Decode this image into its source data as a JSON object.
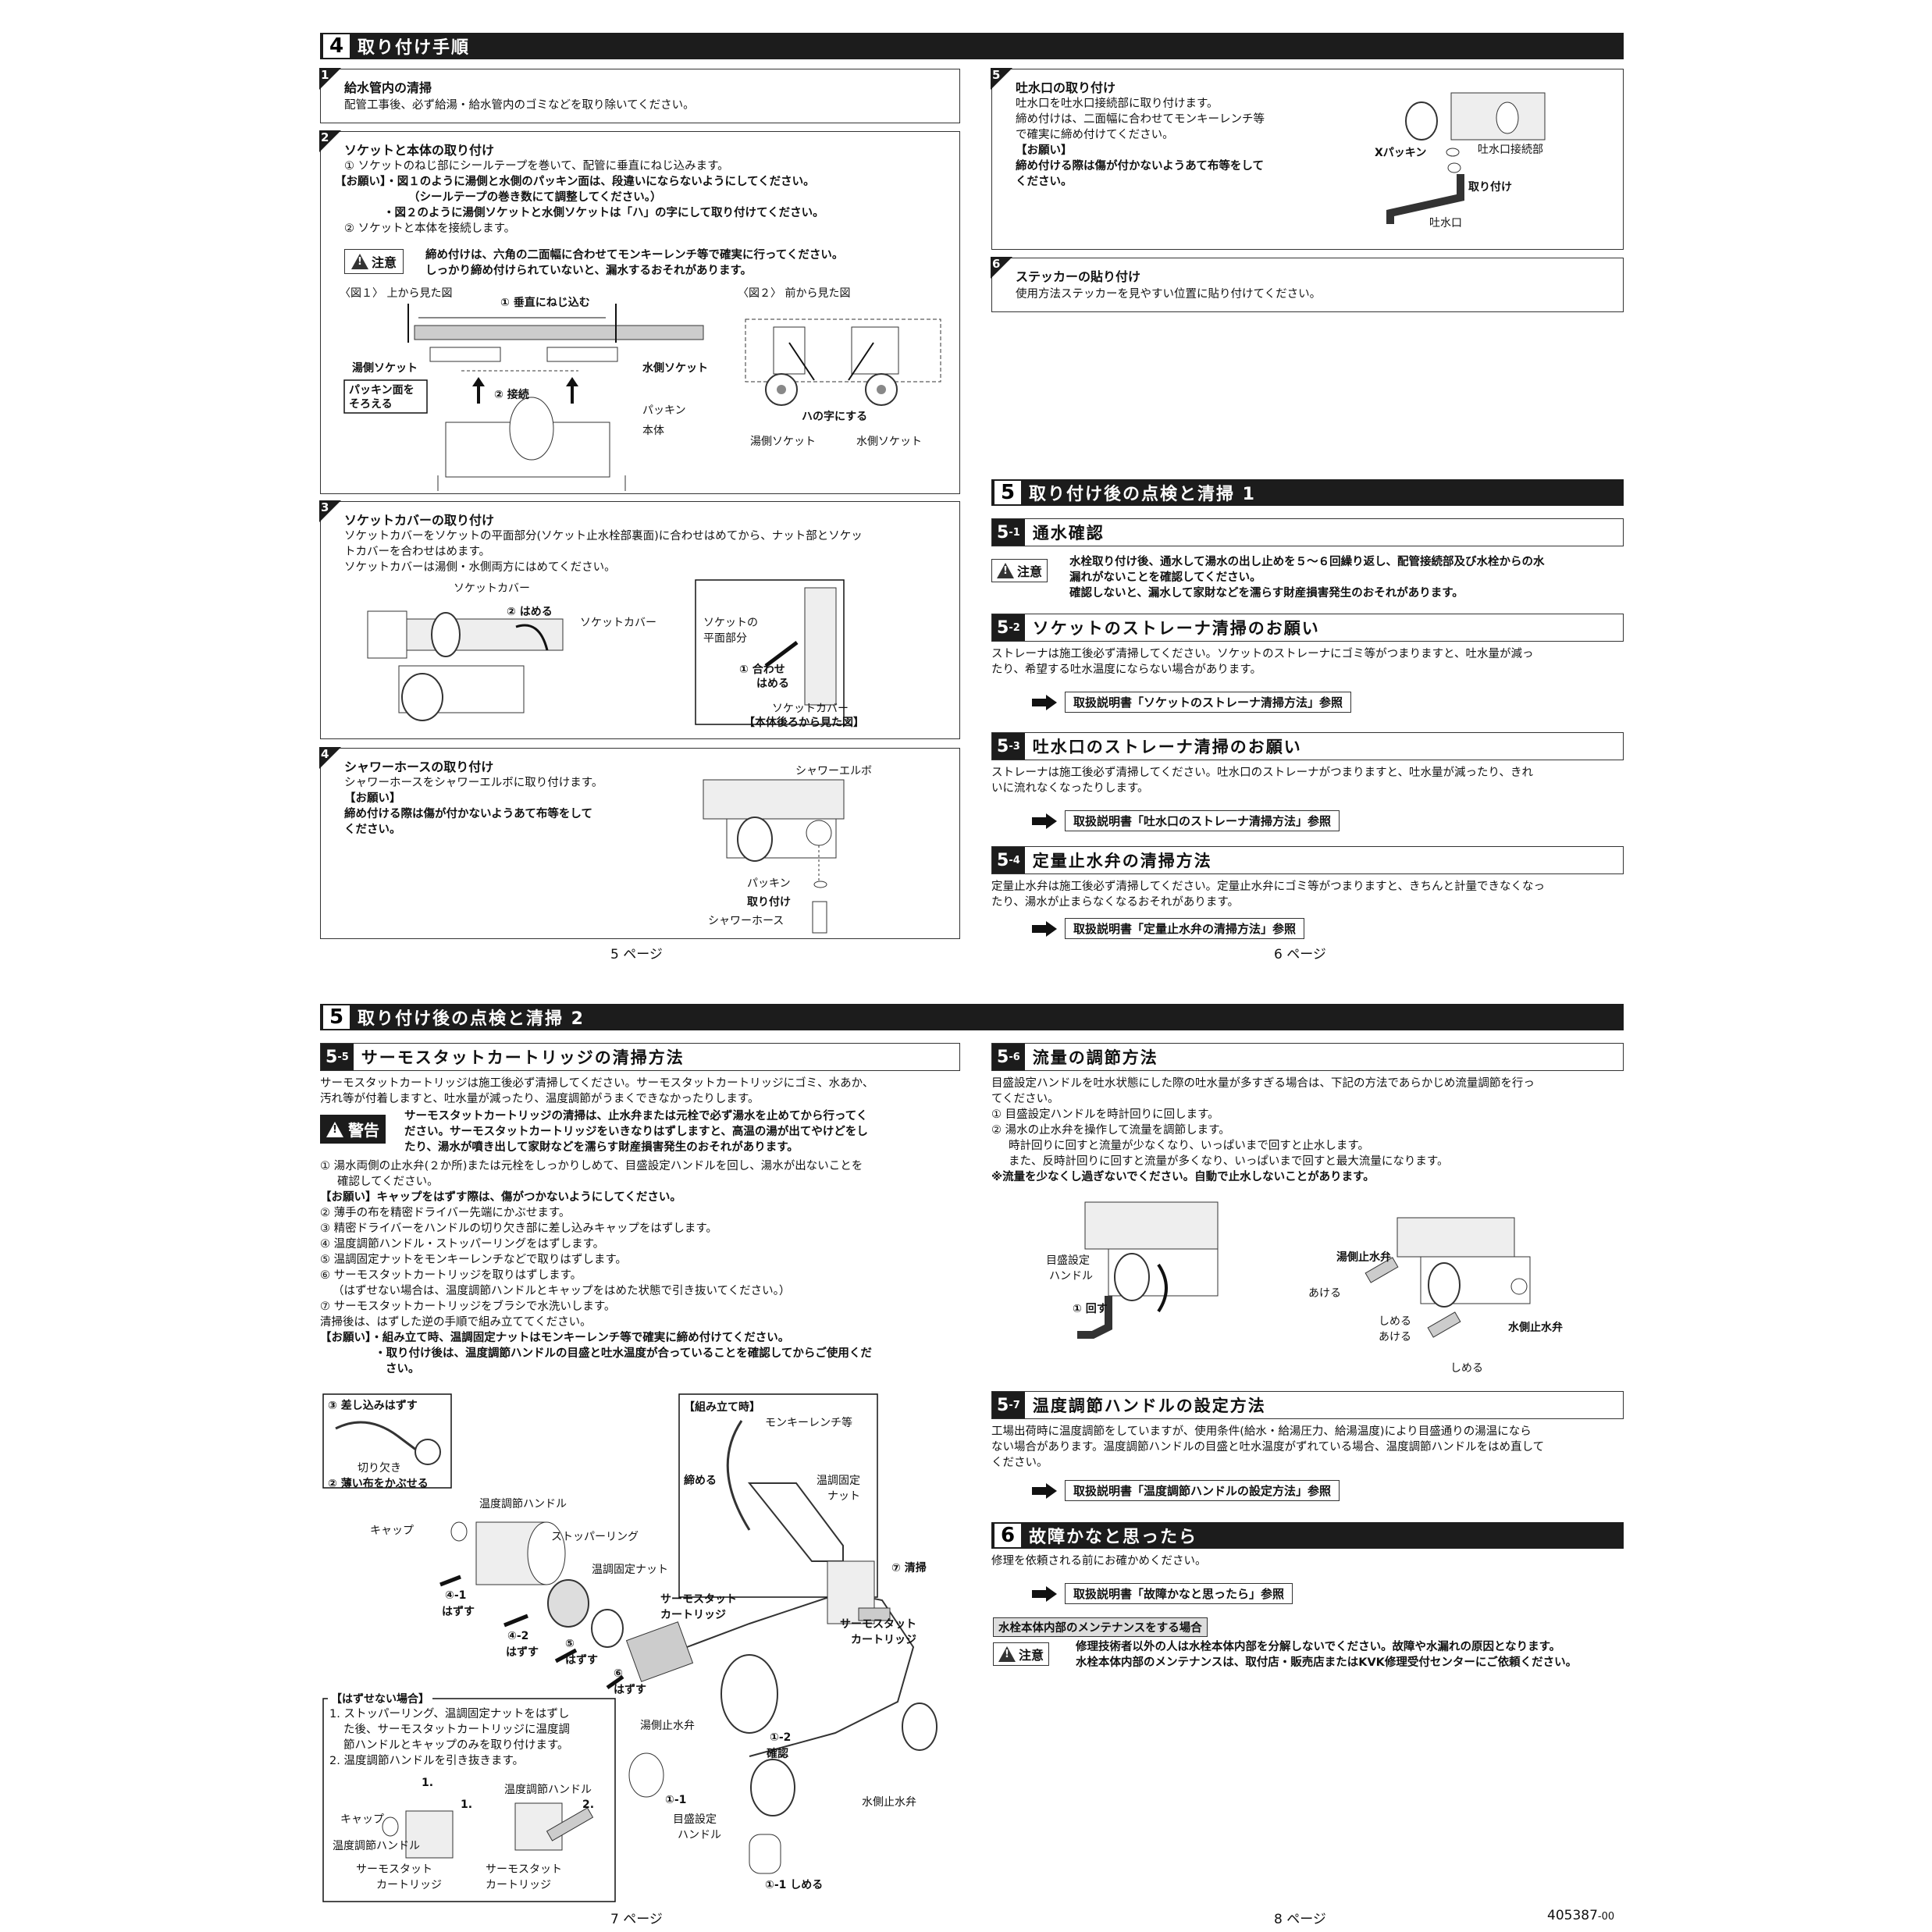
{
  "s4": {
    "num": "4",
    "title": "取り付け手順",
    "step1": {
      "n": "1",
      "title": "給水管内の清掃",
      "text": "配管工事後、必ず給湯・給水管内のゴミなどを取り除いてください。"
    },
    "step2": {
      "n": "2",
      "title": "ソケットと本体の取り付け",
      "l1": "① ソケットのねじ部にシールテープを巻いて、配管に垂直にねじ込みます。",
      "l2": "【お願い】・図１のように湯側と水側のパッキン面は、段違いにならないようにしてください。",
      "l3": "（シールテープの巻き数にて調整してください。）",
      "l4": "・図２のように湯側ソケットと水側ソケットは「ハ」の字にして取り付けてください。",
      "l5": "② ソケットと本体を接続します。",
      "caution": "注意",
      "c1": "締め付けは、六角の二面幅に合わせてモンキーレンチ等で確実に行ってください。",
      "c2": "しっかり締め付けられていないと、漏水するおそれがあります。",
      "fig1": "〈図１〉 上から見た図",
      "fig2": "〈図２〉 前から見た図",
      "f_vert": "① 垂直にねじ込む",
      "f_hot": "湯側ソケット",
      "f_cold": "水側ソケット",
      "f_pack_align1": "パッキン面を",
      "f_pack_align2": "そろえる",
      "f_conn": "② 接続",
      "f_pack": "パッキン",
      "f_body": "本体",
      "f_ha": "ハの字にする",
      "f_hot2": "湯側ソケット",
      "f_cold2": "水側ソケット"
    },
    "step3": {
      "n": "3",
      "title": "ソケットカバーの取り付け",
      "l1": "ソケットカバーをソケットの平面部分(ソケット止水栓部裏面)に合わせはめてから、ナット部とソケッ",
      "l2": "トカバーを合わせはめます。",
      "l3": "ソケットカバーは湯側・水側両方にはめてください。",
      "f_cover": "ソケットカバー",
      "f_fit2": "② はめる",
      "f_cover2": "ソケットカバー",
      "f_flat1": "ソケットの",
      "f_flat2": "平面部分",
      "f_fit1a": "① 合わせ",
      "f_fit1b": "はめる",
      "f_cover3": "ソケットカバー",
      "f_back": "【本体後ろから見た図】"
    },
    "step4": {
      "n": "4",
      "title": "シャワーホースの取り付け",
      "l1": "シャワーホースをシャワーエルボに取り付けます。",
      "l2": "【お願い】",
      "l3": "締め付ける際は傷が付かないようあて布等をして",
      "l4": "ください。",
      "f_elbow": "シャワーエルボ",
      "f_pack": "パッキン",
      "f_attach": "取り付け",
      "f_hose": "シャワーホース"
    },
    "step5": {
      "n": "5",
      "title": "吐水口の取り付け",
      "l1": "吐水口を吐水口接続部に取り付けます。",
      "l2": "締め付けは、二面幅に合わせてモンキーレンチ等",
      "l3": "で確実に締め付けてください。",
      "l4": "【お願い】",
      "l5": "締め付ける際は傷が付かないようあて布等をして",
      "l6": "ください。",
      "f_x": "Xパッキン",
      "f_conn": "吐水口接続部",
      "f_attach": "取り付け",
      "f_spout": "吐水口"
    },
    "step6": {
      "n": "6",
      "title": "ステッカーの貼り付け",
      "text": "使用方法ステッカーを見やすい位置に貼り付けてください。"
    }
  },
  "page5": "5 ページ",
  "page6": "6 ページ",
  "page7": "7 ページ",
  "page8": "8 ページ",
  "docno": "405387",
  "docno_sub": "-00",
  "s5a": {
    "num": "5",
    "title": "取り付け後の点検と清掃 1",
    "s51": {
      "n": "5",
      "sub": "-1",
      "title": "通水確認",
      "caution": "注意",
      "c1": "水栓取り付け後、通水して湯水の出し止めを５～６回繰り返し、配管接続部及び水栓からの水",
      "c2": "漏れがないことを確認してください。",
      "c3": "確認しないと、漏水して家財などを濡らす財産損害発生のおそれがあります。"
    },
    "s52": {
      "n": "5",
      "sub": "-2",
      "title": "ソケットのストレーナ清掃のお願い",
      "l1": "ストレーナは施工後必ず清掃してください。ソケットのストレーナにゴミ等がつまりますと、吐水量が減っ",
      "l2": "たり、希望する吐水温度にならない場合があります。",
      "ref": "取扱説明書「ソケットのストレーナ清掃方法」参照"
    },
    "s53": {
      "n": "5",
      "sub": "-3",
      "title": "吐水口のストレーナ清掃のお願い",
      "l1": "ストレーナは施工後必ず清掃してください。吐水口のストレーナがつまりますと、吐水量が減ったり、きれ",
      "l2": "いに流れなくなったりします。",
      "ref": "取扱説明書「吐水口のストレーナ清掃方法」参照"
    },
    "s54": {
      "n": "5",
      "sub": "-4",
      "title": "定量止水弁の清掃方法",
      "l1": "定量止水弁は施工後必ず清掃してください。定量止水弁にゴミ等がつまりますと、きちんと計量できなくなっ",
      "l2": "たり、湯水が止まらなくなるおそれがあります。",
      "ref": "取扱説明書「定量止水弁の清掃方法」参照"
    }
  },
  "s5b": {
    "num": "5",
    "title": "取り付け後の点検と清掃 2",
    "s55": {
      "n": "5",
      "sub": "-5",
      "title": "サーモスタットカートリッジの清掃方法",
      "l1": "サーモスタットカートリッジは施工後必ず清掃してください。サーモスタットカートリッジにゴミ、水あか、",
      "l2": "汚れ等が付着しますと、吐水量が減ったり、温度調節がうまくできなかったりします。",
      "warn": "警告",
      "w1": "サーモスタットカートリッジの清掃は、止水弁または元栓で必ず湯水を止めてから行ってく",
      "w2": "ださい。サーモスタットカートリッジをいきなりはずしますと、高温の湯が出てやけどをし",
      "w3": "たり、湯水が噴き出して家財などを濡らす財産損害発生のおそれがあります。",
      "p1": "① 湯水両側の止水弁(２か所)または元栓をしっかりしめて、目盛設定ハンドルを回し、湯水が出ないことを",
      "p1b": "確認してください。",
      "p2": "【お願い】キャップをはずす際は、傷がつかないようにしてください。",
      "p3": "② 薄手の布を精密ドライバー先端にかぶせます。",
      "p4": "③ 精密ドライバーをハンドルの切り欠き部に差し込みキャップをはずします。",
      "p5": "④ 温度調節ハンドル・ストッパーリングをはずします。",
      "p6": "⑤ 温調固定ナットをモンキーレンチなどで取りはずします。",
      "p7": "⑥ サーモスタットカートリッジを取りはずします。",
      "p8": "（はずせない場合は、温度調節ハンドルとキャップをはめた状態で引き抜いてください。）",
      "p9": "⑦ サーモスタットカートリッジをブラシで水洗いします。",
      "p10": "清掃後は、はずした逆の手順で組み立ててください。",
      "p11": "【お願い】・組み立て時、温調固定ナットはモンキーレンチ等で確実に締め付けてください。",
      "p12": "・取り付け後は、温度調節ハンドルの目盛と吐水温度が合っていることを確認してからご使用くだ",
      "p13": "さい。",
      "f_insert": "③ 差し込みはずす",
      "f_notch": "切り欠き",
      "f_cloth": "② 薄い布をかぶせる",
      "f_handle": "温度調節ハンドル",
      "f_cap": "キャップ",
      "f_stopper": "ストッパーリング",
      "f_nut": "温調固定ナット",
      "f_thermo1": "サーモスタット",
      "f_thermo2": "カートリッジ",
      "f_41": "④-1",
      "f_41b": "はずす",
      "f_42": "④-2",
      "f_42b": "はずす",
      "f_5": "⑤",
      "f_5b": "はずす",
      "f_6": "⑥",
      "f_6b": "はずす",
      "f_assemble": "【組み立て時】",
      "f_monkey": "モンキーレンチ等",
      "f_tighten": "締める",
      "f_nut2a": "温調固定",
      "f_nut2b": "ナット",
      "f_clean": "⑦ 清掃",
      "f_thermo3": "サーモスタット",
      "f_thermo4": "カートリッジ",
      "f_hotvalve": "湯側止水弁",
      "f_12": "①-2",
      "f_12b": "確認",
      "f_11": "①-1",
      "f_dial1": "目盛設定",
      "f_dial2": "ハンドル",
      "f_11shime": "①-1 しめる",
      "f_coldvalve": "水側止水弁",
      "ng_title": "【はずせない場合】",
      "ng1": "1. ストッパーリング、温調固定ナットをはずし",
      "ng2": "た後、サーモスタットカートリッジに温度調",
      "ng3": "節ハンドルとキャップのみを取り付けます。",
      "ng4": "2. 温度調節ハンドルを引き抜きます。",
      "ng_1": "1.",
      "ng_1b": "1.",
      "ng_2": "2.",
      "ng_handle": "温度調節ハンドル",
      "ng_cap": "キャップ",
      "ng_handle2": "温度調節ハンドル",
      "ng_th1": "サーモスタット",
      "ng_th2": "カートリッジ",
      "ng_th3": "サーモスタット",
      "ng_th4": "カートリッジ"
    },
    "s56": {
      "n": "5",
      "sub": "-6",
      "title": "流量の調節方法",
      "l1": "目盛設定ハンドルを吐水状態にした際の吐水量が多すぎる場合は、下記の方法であらかじめ流量調節を行っ",
      "l2": "てください。",
      "l3": "① 目盛設定ハンドルを時計回りに回します。",
      "l4": "② 湯水の止水弁を操作して流量を調節します。",
      "l5": "時計回りに回すと流量が少なくなり、いっぱいまで回すと止水します。",
      "l6": "また、反時計回りに回すと流量が多くなり、いっぱいまで回すと最大流量になります。",
      "l7": "※流量を少なくし過ぎないでください。自動で止水しないことがあります。",
      "f_dial1": "目盛設定",
      "f_dial2": "ハンドル",
      "f_turn": "① 回す",
      "f_hot": "湯側止水弁",
      "f_open1": "あける",
      "f_close1": "しめる",
      "f_open2": "あける",
      "f_cold": "水側止水弁",
      "f_close2": "しめる"
    },
    "s57": {
      "n": "5",
      "sub": "-7",
      "title": "温度調節ハンドルの設定方法",
      "l1": "工場出荷時に温度調節をしていますが、使用条件(給水・給湯圧力、給湯温度)により目盛通りの湯温になら",
      "l2": "ない場合があります。温度調節ハンドルの目盛と吐水温度がずれている場合、温度調節ハンドルをはめ直して",
      "l3": "ください。",
      "ref": "取扱説明書「温度調節ハンドルの設定方法」参照"
    },
    "s6": {
      "n": "6",
      "title": "故障かなと思ったら",
      "l1": "修理を依頼される前にお確かめください。",
      "ref": "取扱説明書「故障かなと思ったら」参照",
      "mt": "水栓本体内部のメンテナンスをする場合",
      "caution": "注意",
      "c1": "修理技術者以外の人は水栓本体内部を分解しないでください。故障や水漏れの原因となります。",
      "c2": "水栓本体内部のメンテナンスは、取付店・販売店またはKVK修理受付センターにご依頼ください。"
    }
  }
}
